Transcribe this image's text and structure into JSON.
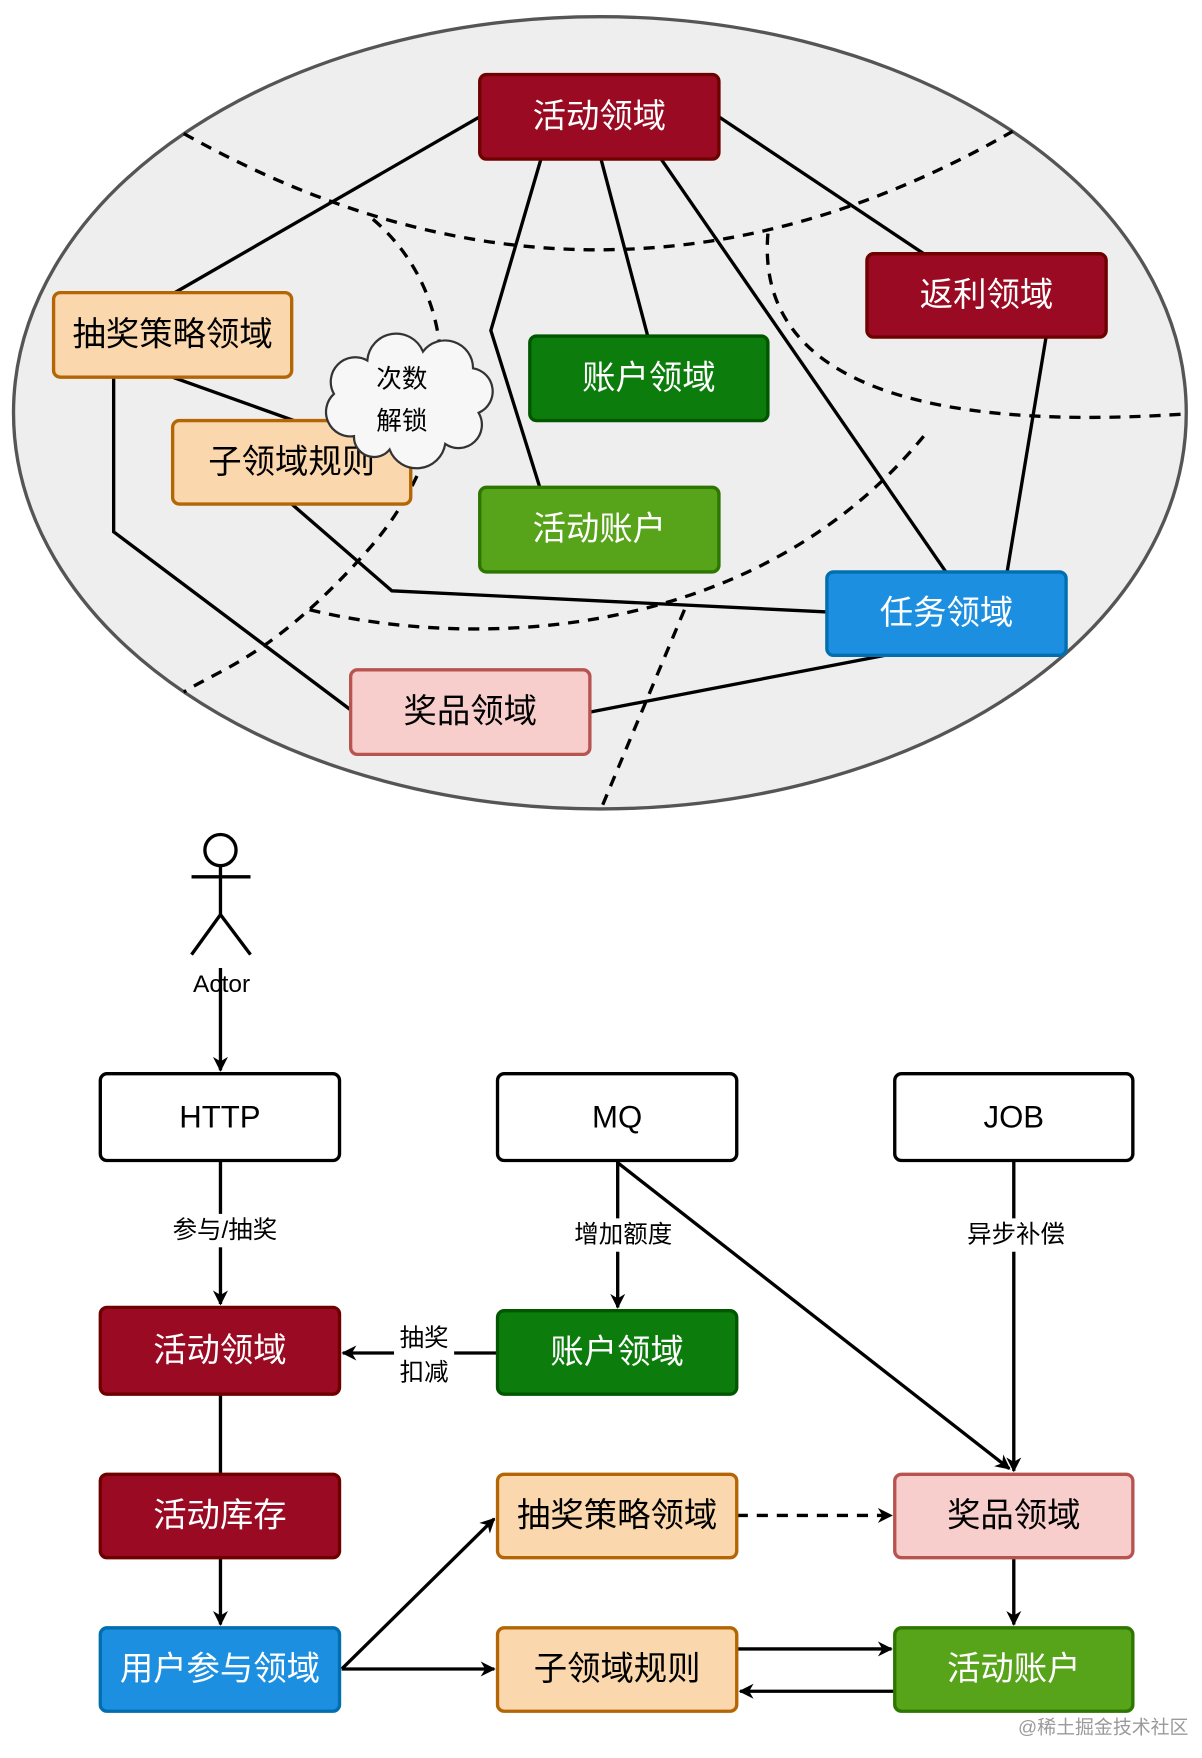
{
  "architecture_map": {
    "nodes": {
      "activity_domain": "活动领域",
      "rebate_domain": "返利领域",
      "strategy_domain": "抽奖策略领域",
      "account_domain": "账户领域",
      "sub_domain_rules": "子领域规则",
      "activity_account": "活动账户",
      "task_domain": "任务领域",
      "award_domain": "奖品领域"
    },
    "cloud_note": {
      "line1": "次数",
      "line2": "解锁"
    }
  },
  "flow": {
    "actor_label": "Actor",
    "entry_points": {
      "http": "HTTP",
      "mq": "MQ",
      "job": "JOB"
    },
    "nodes": {
      "activity_domain": "活动领域",
      "account_domain": "账户领域",
      "activity_stock": "活动库存",
      "strategy_domain": "抽奖策略领域",
      "award_domain": "奖品领域",
      "user_participation_domain": "用户参与领域",
      "sub_domain_rules": "子领域规则",
      "activity_account": "活动账户"
    },
    "edge_labels": {
      "participate_draw": "参与/抽奖",
      "increase_quota": "增加额度",
      "async_compensation": "异步补偿",
      "draw_deduct": {
        "line1": "抽奖",
        "line2": "扣减"
      }
    }
  },
  "watermark": "@稀土掘金技术社区",
  "colors": {
    "dark_red": "#9A0A22",
    "dark_red_stroke": "#6F0000",
    "dark_green": "#0C7D0C",
    "dark_green_stroke": "#005700",
    "green": "#57A31A",
    "green_stroke": "#2D7600",
    "blue": "#1D8FE1",
    "blue_stroke": "#006EAF",
    "orange": "#FAD7AC",
    "orange_stroke": "#B46504",
    "pink": "#F8CECC",
    "pink_stroke": "#B85450",
    "ellipse_fill": "#EEEEEE",
    "ellipse_stroke": "#555555"
  }
}
